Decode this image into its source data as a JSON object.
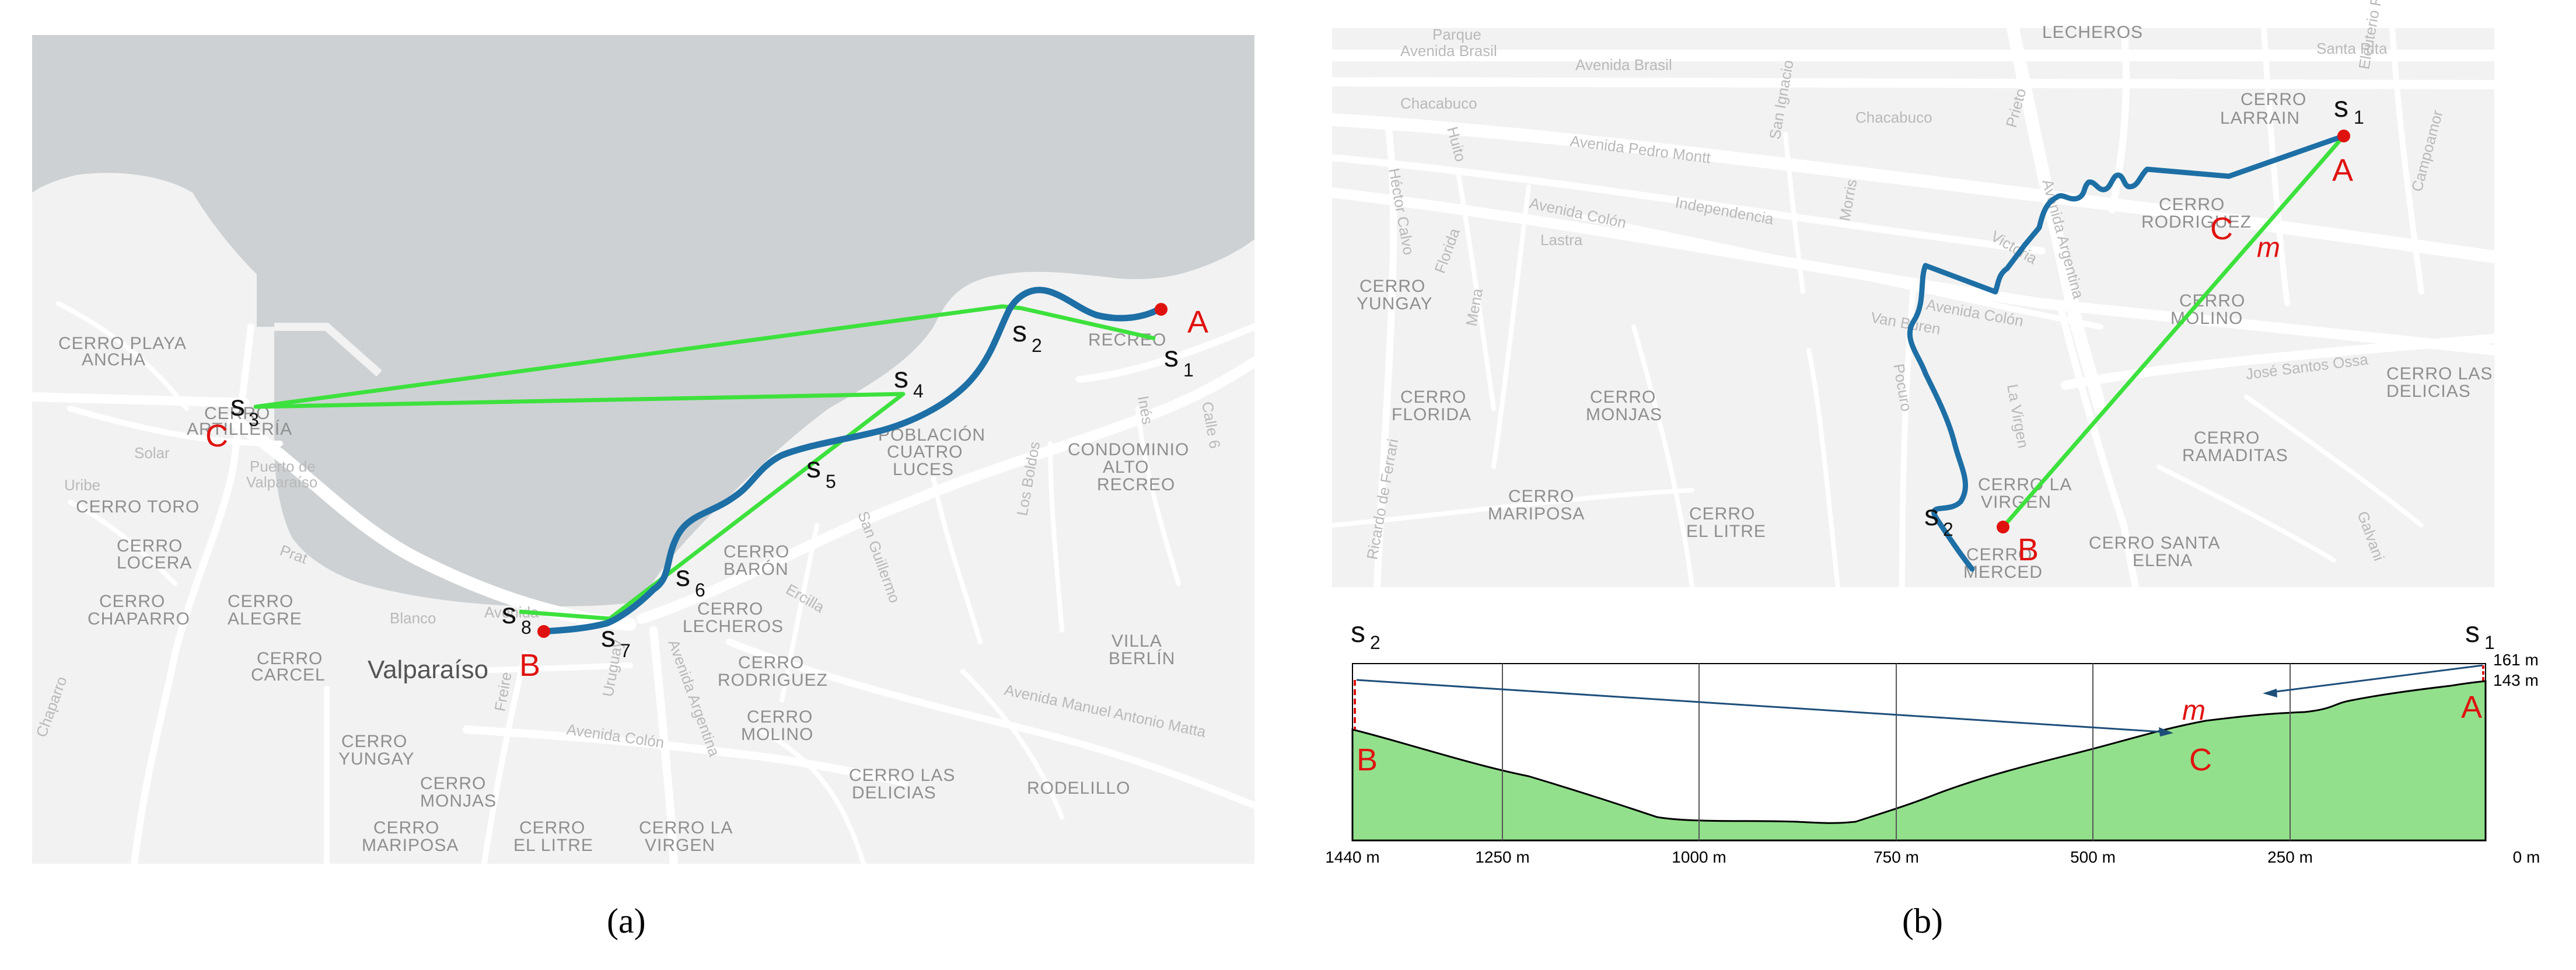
{
  "panel_a": {
    "caption": "(a)",
    "colors": {
      "water": "#cdd1d3",
      "land": "#f2f2f2",
      "road": "#ffffff",
      "route": "#1d6fa5",
      "lines": "#3de13d",
      "marker": "#e0120f"
    },
    "points": {
      "A": "A",
      "B": "B",
      "C": "C",
      "s1": "s",
      "s1_sub": "1",
      "s2": "s",
      "s2_sub": "2",
      "s3": "s",
      "s3_sub": "3",
      "s4": "s",
      "s4_sub": "4",
      "s5": "s",
      "s5_sub": "5",
      "s6": "s",
      "s6_sub": "6",
      "s7": "s",
      "s7_sub": "7",
      "s8": "s",
      "s8_sub": "8"
    },
    "city_label": "Valparaíso",
    "districts": [
      "CERRO PLAYA",
      "ANCHA",
      "CERRO TORO",
      "CERRO",
      "LOCERA",
      "CERRO",
      "CHAPARRO",
      "CERRO",
      "ALEGRE",
      "CERRO",
      "CARCEL",
      "CERRO",
      "YUNGAY",
      "CERRO",
      "MONJAS",
      "CERRO",
      "MARIPOSA",
      "CERRO",
      "EL LITRE",
      "CERRO LA",
      "VIRGEN",
      "CERRO",
      "BARÓN",
      "CERRO",
      "LECHEROS",
      "CERRO",
      "RODRIGUEZ",
      "CERRO",
      "MOLINO",
      "CERRO LAS",
      "DELICIAS",
      "RODELILLO",
      "VILLA",
      "BERLÍN",
      "POBLACIÓN",
      "CUATRO",
      "LUCES",
      "CONDOMINIO",
      "ALTO",
      "RECREO",
      "RECREO",
      "CERRO",
      "ARTILLERÍA"
    ],
    "streets": [
      "Solar",
      "Uribe",
      "Puerto de",
      "Valparaíso",
      "Prat",
      "Blanco",
      "Avenida Errázuriz",
      "Uruguay",
      "Freire",
      "Avenida Argentina",
      "Avenida Colón",
      "Ercilla",
      "San Guillermo",
      "Los Boldos",
      "Avenida Manuel Antonio Matta",
      "Chaparro",
      "Calle 6",
      "Inés",
      "Avenida"
    ]
  },
  "panel_b": {
    "caption": "(b)",
    "points": {
      "A": "A",
      "B": "B",
      "C": "C",
      "m": "m",
      "s1": "s",
      "s1_sub": "1",
      "s2": "s",
      "s2_sub": "2"
    },
    "streets": [
      "Parque",
      "Avenida Brasil",
      "Avenida Brasil",
      "Chacabuco",
      "Chacabuco",
      "Avenida Pedro Montt",
      "Huito",
      "Héctor Calvo",
      "Avenida Colón",
      "Lastra",
      "Independencia",
      "San Ignacio",
      "Morris",
      "Prieto",
      "Victoria",
      "Avenida Argentina",
      "Avenida Colón",
      "Van Buren",
      "Pocuro",
      "La Virgen",
      "Florida",
      "Mena",
      "Ricardo de Ferrari",
      "José Santos Ossa",
      "Santa Rita",
      "Campoamor",
      "Galvani",
      "Eleuterio Ramírez"
    ],
    "districts": [
      "LECHEROS",
      "CERRO",
      "LARRAIN",
      "CERRO",
      "RODRIGUEZ",
      "CERRO",
      "MOLINO",
      "CERRO",
      "YUNGAY",
      "CERRO",
      "FLORIDA",
      "CERRO",
      "MONJAS",
      "CERRO",
      "MARIPOSA",
      "CERRO",
      "EL LITRE",
      "CERRO LA",
      "VIRGEN",
      "CERRO",
      "MERCED",
      "CERRO SANTA",
      "ELENA",
      "CERRO",
      "RAMADITAS",
      "CERRO LAS",
      "DELICIAS"
    ],
    "profile": {
      "elevation_labels": [
        "161 m",
        "143 m"
      ],
      "x_ticks": [
        "1440 m",
        "1250 m",
        "1000 m",
        "750 m",
        "500 m",
        "250 m",
        "0 m"
      ],
      "fill_color": "#92e08b"
    }
  }
}
